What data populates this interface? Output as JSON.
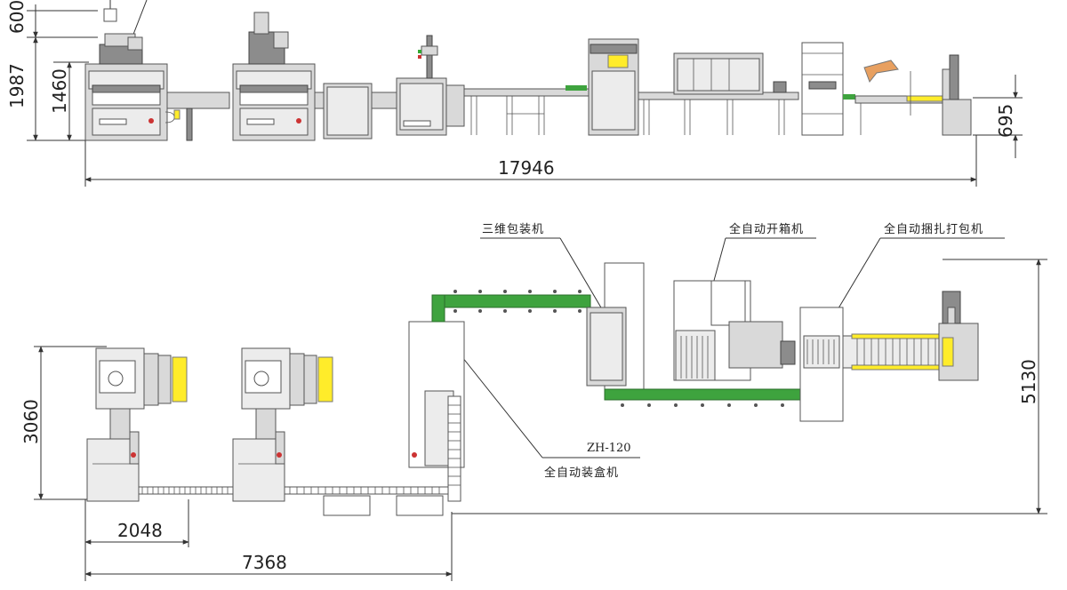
{
  "dimensions": {
    "top": {
      "height_600": "600",
      "height_1987": "1987",
      "height_1460": "1460",
      "height_695": "695",
      "length_17946": "17946"
    },
    "bottom": {
      "depth_3060": "3060",
      "width_2048": "2048",
      "length_7368": "7368",
      "depth_5130": "5130"
    }
  },
  "labels": {
    "wrapping_machine": "三维包装机",
    "case_erector": "全自动开箱机",
    "strapping_machine": "全自动捆扎打包机",
    "cartoner_model": "ZH-120",
    "cartoner": "全自动装盒机"
  },
  "colors": {
    "machine_body": "#d9d9d9",
    "conveyor_green": "#3ea33e",
    "roller_yellow": "#ffec2a",
    "line": "#333333"
  }
}
